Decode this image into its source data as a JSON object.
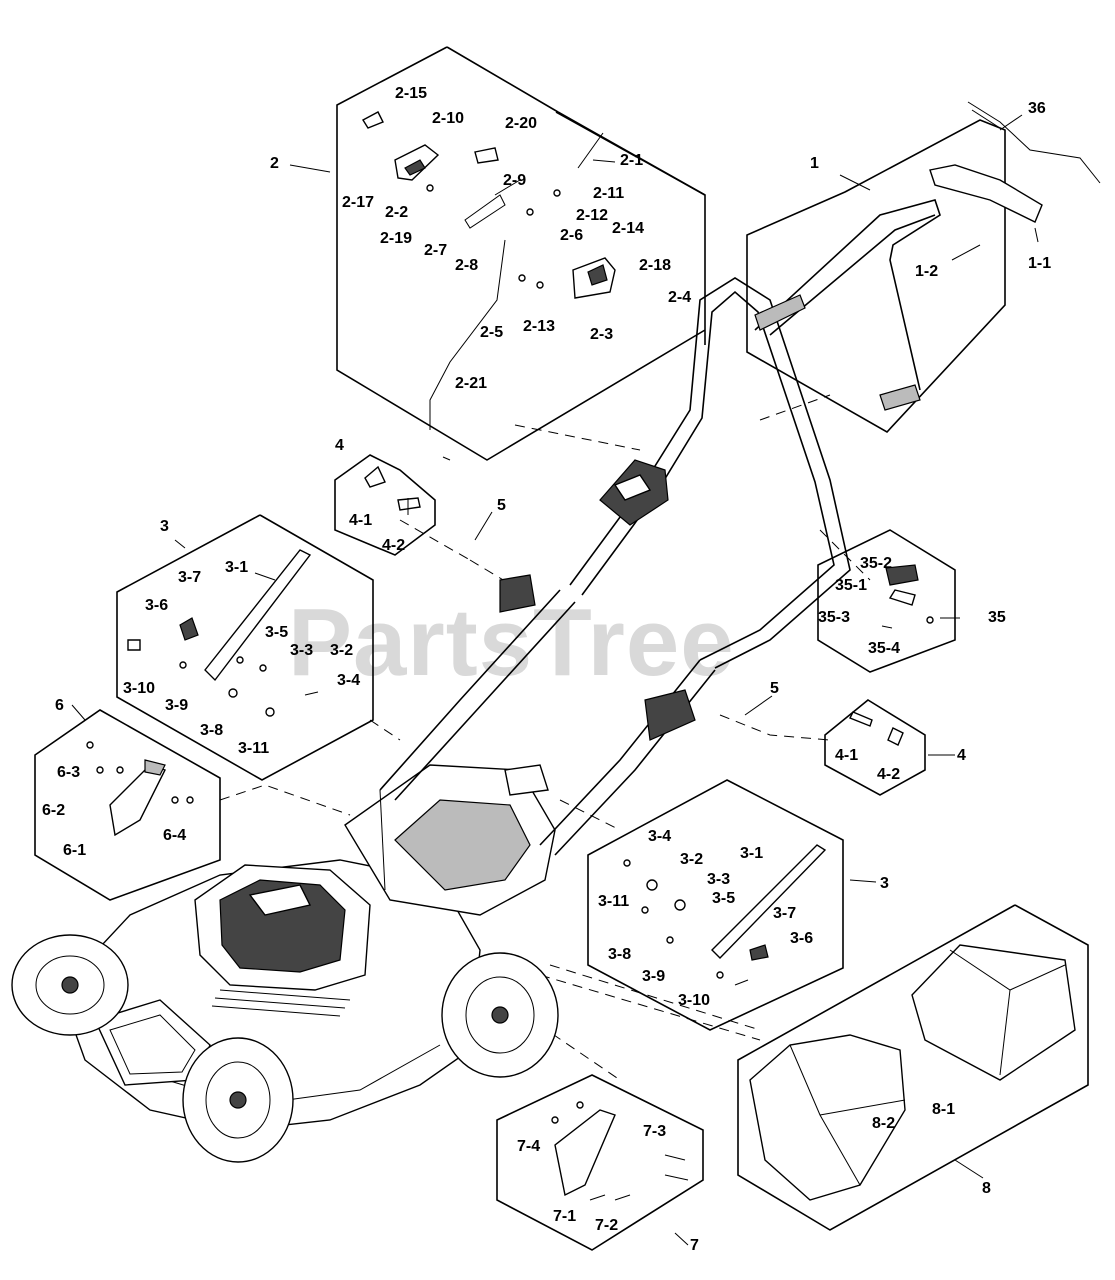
{
  "watermark": "PartsTree",
  "labels": {
    "a2_15": "2-15",
    "a2_10": "2-10",
    "a2_20": "2-20",
    "a36": "36",
    "a2": "2",
    "a2_1": "2-1",
    "a1": "1",
    "a2_9": "2-9",
    "a2_11": "2-11",
    "a2_17": "2-17",
    "a2_2": "2-2",
    "a2_12": "2-12",
    "a2_6": "2-6",
    "a2_14": "2-14",
    "a2_19": "2-19",
    "a2_7": "2-7",
    "a2_8": "2-8",
    "a2_18": "2-18",
    "a2_4": "2-4",
    "a2_5": "2-5",
    "a2_13": "2-13",
    "a2_3": "2-3",
    "a2_21": "2-21",
    "a1_2": "1-2",
    "a1_1": "1-1",
    "b4": "4",
    "b4_1": "4-1",
    "b4_2": "4-2",
    "b5": "5",
    "b3": "3",
    "b3_7": "3-7",
    "b3_1": "3-1",
    "b3_6": "3-6",
    "b3_5": "3-5",
    "b3_3": "3-3",
    "b3_2": "3-2",
    "b3_4": "3-4",
    "b3_10": "3-10",
    "b3_9": "3-9",
    "b3_8": "3-8",
    "b3_11": "3-11",
    "c35_2": "35-2",
    "c35_1": "35-1",
    "c35_3": "35-3",
    "c35": "35",
    "c35_4": "35-4",
    "d6": "6",
    "d6_3": "6-3",
    "d6_2": "6-2",
    "d6_4": "6-4",
    "d6_1": "6-1",
    "e5": "5",
    "e4_1": "4-1",
    "e4_2": "4-2",
    "e4": "4",
    "f3_4": "3-4",
    "f3_1": "3-1",
    "f3_2": "3-2",
    "f3_3": "3-3",
    "f3": "3",
    "f3_11": "3-11",
    "f3_5": "3-5",
    "f3_7": "3-7",
    "f3_6": "3-6",
    "f3_8": "3-8",
    "f3_9": "3-9",
    "f3_10": "3-10",
    "g7_4": "7-4",
    "g7_3": "7-3",
    "g7_1": "7-1",
    "g7_2": "7-2",
    "g7": "7",
    "h8_2": "8-2",
    "h8_1": "8-1",
    "h8": "8"
  }
}
